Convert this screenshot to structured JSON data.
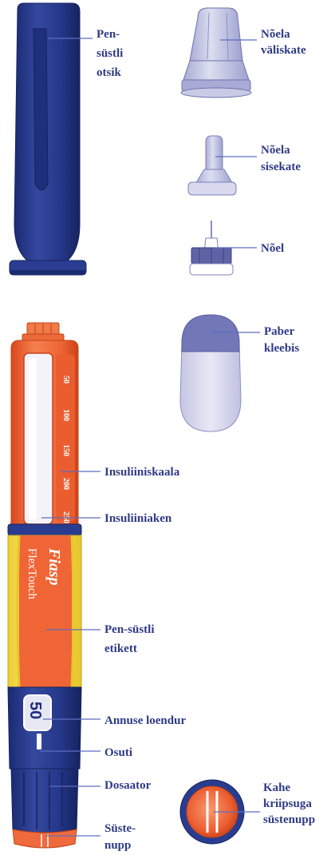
{
  "colors": {
    "navy": "#283b8e",
    "navy_dark": "#1c2c78",
    "label_text": "#2f3a86",
    "leader_line": "#5c6ec0",
    "lavender": "#c9cbe6",
    "lavender_dark": "#8c8fc4",
    "orange": "#f06a3c",
    "orange_dark": "#d44d22",
    "yellow": "#f7e35c"
  },
  "labels": {
    "pen_cap": [
      "Pen-",
      "süstli",
      "otsik"
    ],
    "outer_needle_cap": [
      "Nõela",
      "väliskate"
    ],
    "inner_needle_cap": [
      "Nõela",
      "sisekate"
    ],
    "needle": [
      "Nõel"
    ],
    "paper_tab": [
      "Paber",
      "kleebis"
    ],
    "insulin_scale": [
      "Insuliiniskaala"
    ],
    "insulin_window": [
      "Insuliiniaken"
    ],
    "pen_label": [
      "Pen-süstli",
      "etikett"
    ],
    "dose_counter": [
      "Annuse loendur"
    ],
    "dose_pointer": [
      "Osuti"
    ],
    "dose_selector": [
      "Dosaator"
    ],
    "push_button": [
      "Süste-",
      "nupp"
    ],
    "double_striped_button": [
      "Kahe",
      "kriipsuga",
      "süstenupp"
    ]
  },
  "pen_brand": {
    "name": "Fiasp",
    "model": "FlexTouch"
  },
  "scale_numbers": [
    "50",
    "100",
    "150",
    "200",
    "250"
  ],
  "dose_counter_value": "50"
}
